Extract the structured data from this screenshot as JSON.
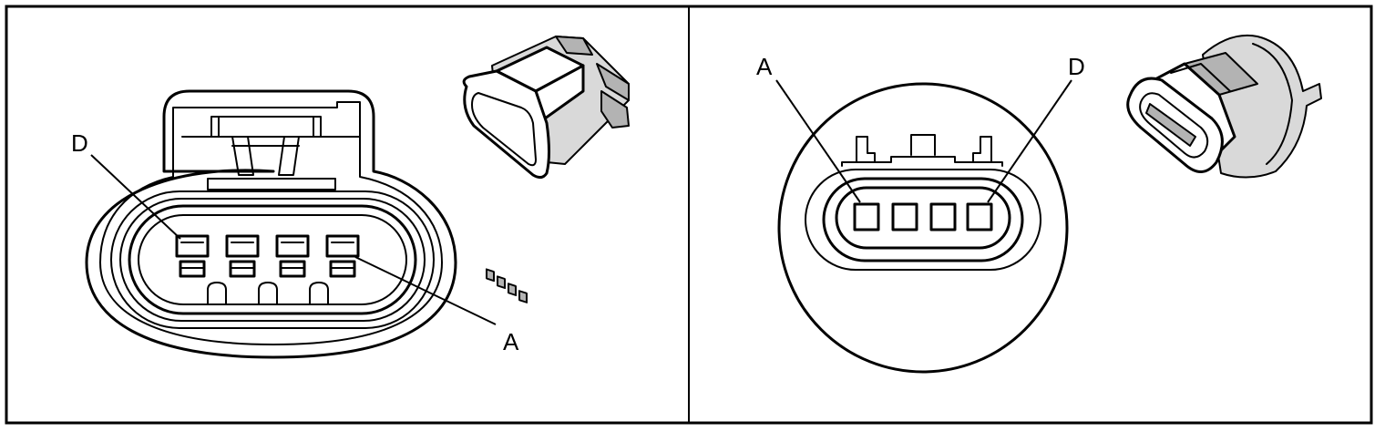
{
  "left_panel": {
    "labels": {
      "pin_d": "D",
      "pin_a": "A"
    }
  },
  "right_panel": {
    "labels": {
      "pin_a": "A",
      "pin_d": "D"
    }
  },
  "colors": {
    "line": "#000000",
    "background": "#ffffff",
    "shading": "#b3b3b3"
  }
}
